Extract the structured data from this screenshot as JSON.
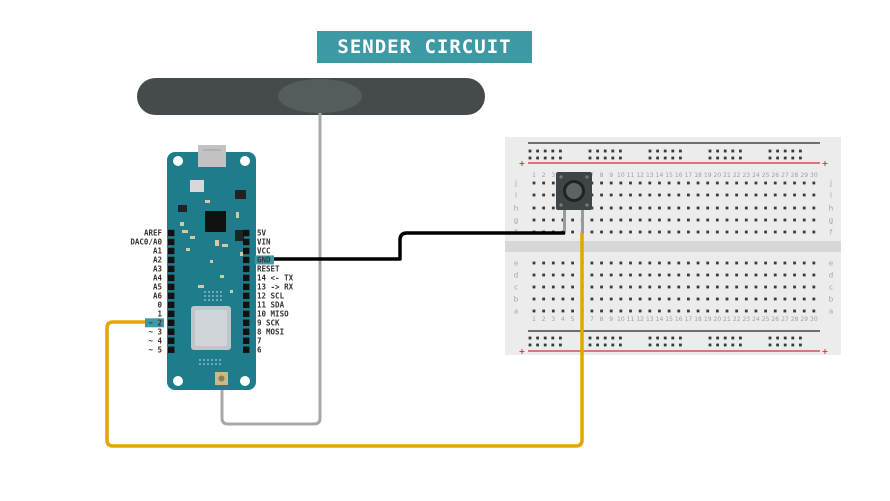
{
  "title": "SENDER CIRCUIT",
  "colors": {
    "banner": "#3d9aa5",
    "board": "#1f7c8c",
    "antenna": "#454b4d",
    "wire_gnd": "#000000",
    "wire_signal": "#e5a500",
    "wire_antenna": "#a8a8a8",
    "rail_positive": "#d32f2f",
    "rail_negative": "#222222"
  },
  "board": {
    "left_pins": [
      "AREF",
      "DAC0/A0",
      "A1",
      "A2",
      "A3",
      "A4",
      "A5",
      "A6",
      "0",
      "1",
      "~ 2",
      "~ 3",
      "~ 4",
      "~ 5"
    ],
    "right_pins": [
      "5V",
      "VIN",
      "VCC",
      "GND",
      "RESET",
      "14 <- TX",
      "13 -> RX",
      "12 SCL",
      "11 SDA",
      "10 MISO",
      "9 SCK",
      "8 MOSI",
      "7",
      "6"
    ],
    "highlighted_left": "~ 2",
    "highlighted_right": "GND"
  },
  "breadboard": {
    "column_numbers": [
      "1",
      "2",
      "3",
      "4",
      "5",
      "6",
      "7",
      "8",
      "9",
      "10",
      "11",
      "12",
      "13",
      "14",
      "15",
      "16",
      "17",
      "18",
      "19",
      "20",
      "21",
      "22",
      "23",
      "24",
      "25",
      "26",
      "27",
      "28",
      "29",
      "30"
    ],
    "top_letters": [
      "j",
      "i",
      "h",
      "g",
      "f"
    ],
    "bottom_letters": [
      "e",
      "d",
      "c",
      "b",
      "a"
    ],
    "rail_plus": "+",
    "rail_minus": "-"
  }
}
